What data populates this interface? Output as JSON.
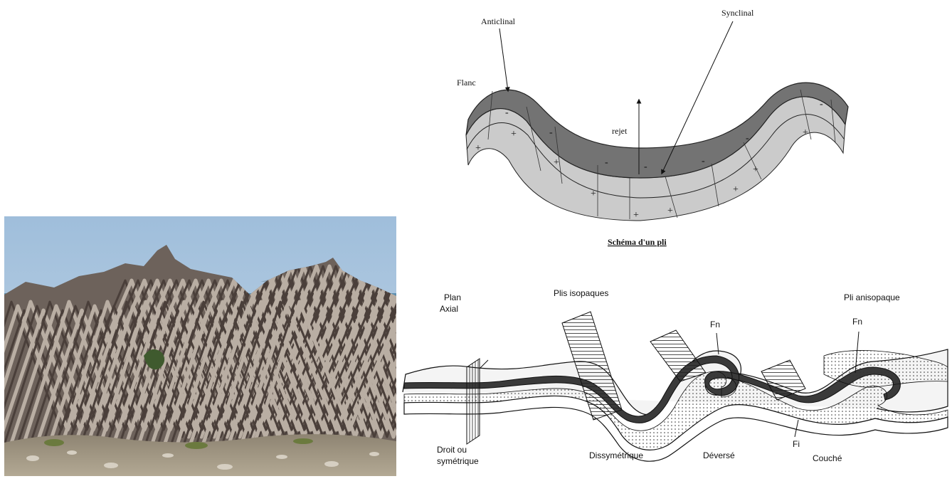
{
  "schema": {
    "anticlinal_label": "Anticlinal",
    "synclinal_label": "Synclinal",
    "flanc_label": "Flanc",
    "rejet_label": "rejet",
    "caption": "Schéma d'un pli",
    "plus_sign": "+",
    "minus_sign": "-"
  },
  "types": {
    "plan_axial_line1": "Plan",
    "plan_axial_line2": "Axial",
    "isopaques_label": "Plis isopaques",
    "anisopaque_label": "Pli anisopaque",
    "fn_label": "Fn",
    "fi_label": "Fi",
    "droit_line1": "Droit ou",
    "droit_line2": "symétrique",
    "dissymetrique_label": "Dissymétrique",
    "deverse_label": "Déversé",
    "couche_label": "Couché"
  },
  "colors": {
    "sky": "#a9c4de",
    "sea": "#5c8fb0",
    "rock_dark": "#4a3f3a",
    "rock_light": "#b9aea3",
    "upper_layer": "#6f6f6f",
    "lower_layer": "#c9c9c9"
  }
}
